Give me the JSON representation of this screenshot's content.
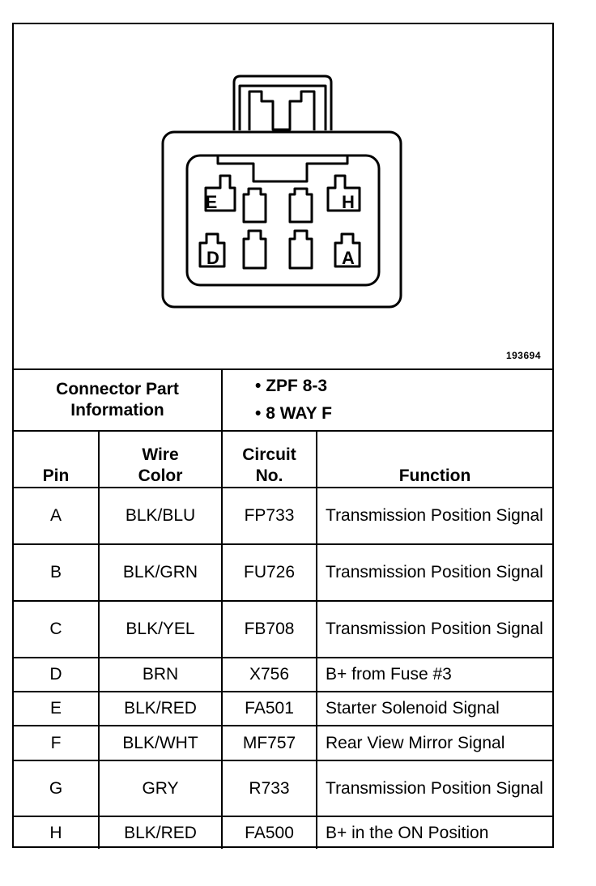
{
  "figure": {
    "number": "193694",
    "pin_labels": [
      "E",
      "H",
      "D",
      "A"
    ]
  },
  "part_info": {
    "label": "Connector Part Information",
    "items": [
      "• ZPF 8-3",
      "• 8 WAY F"
    ]
  },
  "headers": {
    "pin": "Pin",
    "wire_color": "Wire Color",
    "circuit": "Circuit No.",
    "function": "Function"
  },
  "rows": [
    {
      "pin": "A",
      "color": "BLK/BLU",
      "circuit": "FP733",
      "function": "Transmission Position Signal"
    },
    {
      "pin": "B",
      "color": "BLK/GRN",
      "circuit": "FU726",
      "function": "Transmission Position Signal"
    },
    {
      "pin": "C",
      "color": "BLK/YEL",
      "circuit": "FB708",
      "function": "Transmission Position Signal"
    },
    {
      "pin": "D",
      "color": "BRN",
      "circuit": "X756",
      "function": "B+ from Fuse #3"
    },
    {
      "pin": "E",
      "color": "BLK/RED",
      "circuit": "FA501",
      "function": "Starter Solenoid Signal"
    },
    {
      "pin": "F",
      "color": "BLK/WHT",
      "circuit": "MF757",
      "function": "Rear View Mirror Signal"
    },
    {
      "pin": "G",
      "color": "GRY",
      "circuit": "R733",
      "function": "Transmission Position Signal"
    },
    {
      "pin": "H",
      "color": "BLK/RED",
      "circuit": "FA500",
      "function": "B+ in the ON Position"
    }
  ]
}
